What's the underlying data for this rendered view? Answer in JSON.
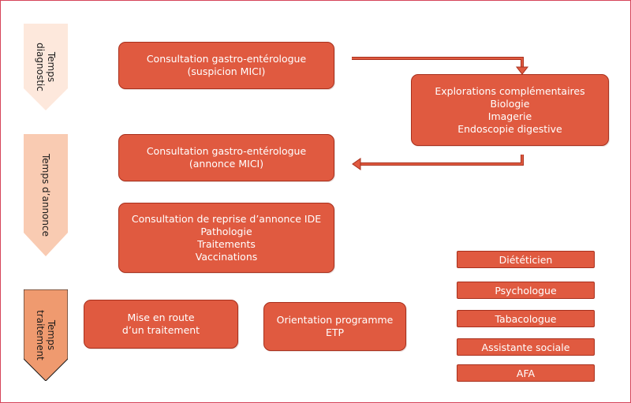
{
  "colors": {
    "box_fill": "#e05a40",
    "box_border": "#a8301d",
    "phase_1": "#fde8dc",
    "phase_2": "#f9cbb2",
    "phase_3": "#ef9a6f",
    "frame": "#d6455a"
  },
  "phases": [
    {
      "label": "Temps\ndiagnostic"
    },
    {
      "label": "Temps d’annonce"
    },
    {
      "label": "Temps\ntraitement"
    }
  ],
  "boxes": {
    "consult_suspicion": [
      "Consultation gastro-entérologue",
      "(suspicion MICI)"
    ],
    "explorations": [
      "Explorations complémentaires",
      "Biologie",
      "Imagerie",
      "Endoscopie digestive"
    ],
    "consult_annonce": [
      "Consultation gastro-entérologue",
      "(annonce MICI)"
    ],
    "reprise_annonce": [
      "Consultation de reprise d’annonce IDE",
      "Pathologie",
      "Traitements",
      "Vaccinations"
    ],
    "mise_en_route": [
      "Mise en route",
      "d’un traitement"
    ],
    "orientation": [
      "Orientation programme",
      "ETP"
    ]
  },
  "actors": [
    "Diététicien",
    "Psychologue",
    "Tabacologue",
    "Assistante sociale",
    "AFA"
  ]
}
